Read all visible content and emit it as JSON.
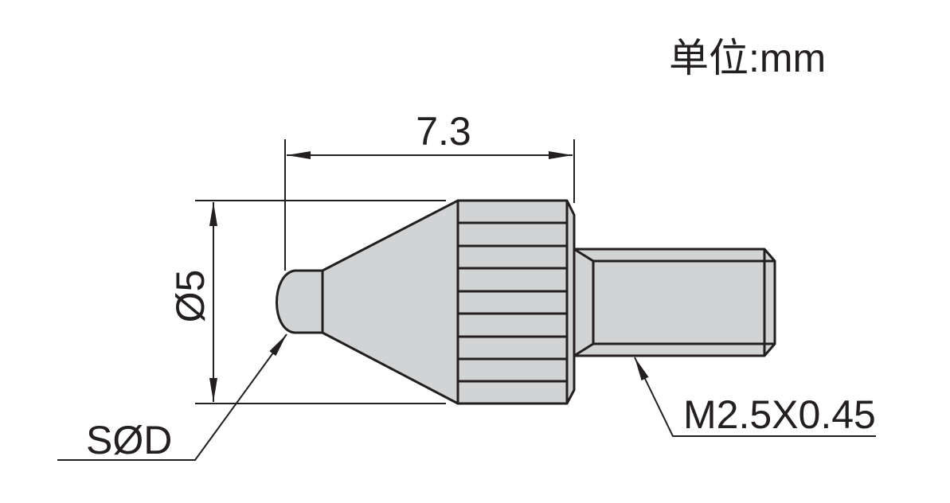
{
  "unit_label": "单位:mm",
  "dimensions": {
    "length": "7.3",
    "diameter": "Ø5",
    "tip": "SØD",
    "thread": "M2.5X0.45"
  },
  "colors": {
    "fill": "#d1d3d4",
    "stroke": "#231f20"
  }
}
